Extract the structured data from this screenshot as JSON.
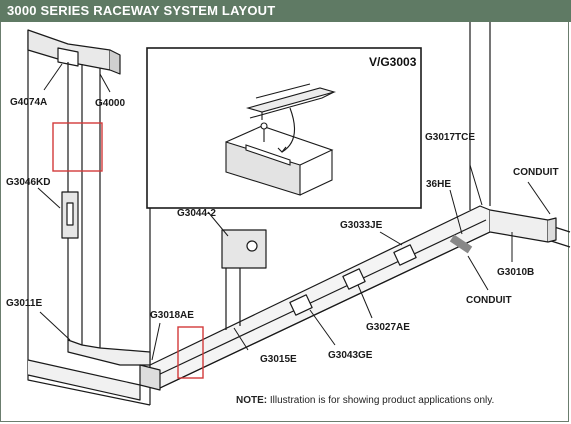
{
  "title": "3000 SERIES RACEWAY SYSTEM LAYOUT",
  "inset_label": "V/G3003",
  "labels": {
    "g4074a": "G4074A",
    "g4000": "G4000",
    "g3046kd": "G3046KD",
    "g3011e": "G3011E",
    "g3018ae": "G3018AE",
    "g3015e": "G3015E",
    "g3043ge": "G3043GE",
    "g3027ae": "G3027AE",
    "g3033je": "G3033JE",
    "g3044_partial": "G3044-2",
    "g3036he_partial": "36HE",
    "g3017tce": "G3017TCE",
    "conduit_top": "CONDUIT",
    "g3010b": "G3010B",
    "conduit_bottom": "CONDUIT"
  },
  "note": {
    "prefix": "NOTE:",
    "text": " Illustration is for showing product applications only."
  },
  "colors": {
    "header_bg": "#5f7a64",
    "highlight_box": "#d23a3a",
    "line": "#1a1a1a"
  }
}
